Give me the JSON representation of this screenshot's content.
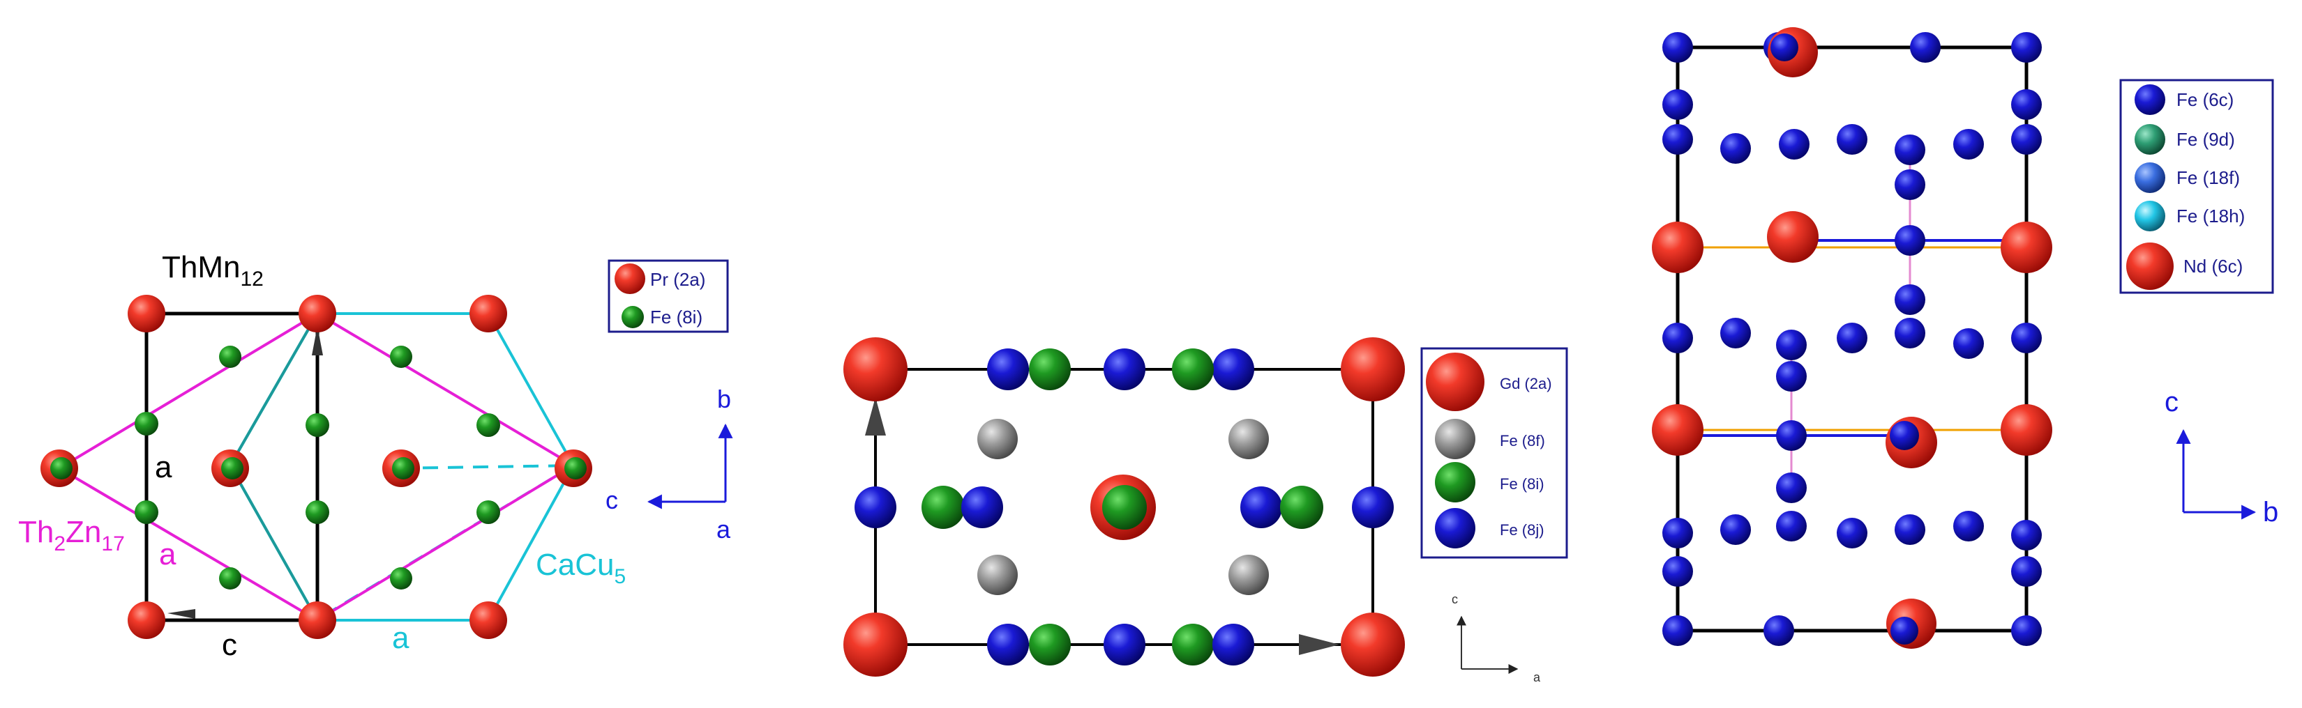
{
  "colors": {
    "pr_atom": "#e11a12",
    "nd_atom": "#e11a12",
    "gd_atom": "#e11a12",
    "fe_green": "#15841a",
    "fe_blue": "#1717c8",
    "fe_gray": "#8c8c8c",
    "fe_9d": "#2e9e74",
    "fe_18f": "#3a6ee0",
    "fe_18h": "#22c6e6",
    "magenta": "#e61fd6",
    "cyan": "#19c3d6",
    "axis_blue": "#1a1adb",
    "cell_black": "#000000",
    "teal_line": "#1b9a9a",
    "orange_line": "#f0a000",
    "pink_line": "#e48ad0",
    "legend_border": "#1c1c8c"
  },
  "panel1": {
    "title_main": "ThMn",
    "title_sub": "12",
    "label_a_black": "a",
    "label_c_black": "c",
    "label_a_magenta": "a",
    "label_a_cyan": "a",
    "th2zn17": {
      "p1": "Th",
      "s1": "2",
      "p2": "Zn",
      "s2": "17"
    },
    "cacu5": {
      "p1": "CaCu",
      "s1": "5"
    },
    "legend": [
      {
        "label": "Pr (2a)",
        "color_key": "pr_atom",
        "icon": "sphere-icon"
      },
      {
        "label": "Fe (8i)",
        "color_key": "fe_green",
        "icon": "sphere-icon"
      }
    ],
    "axes": {
      "b": "b",
      "c": "c",
      "a": "a"
    }
  },
  "panel2": {
    "legend": [
      {
        "label": "Gd (2a)",
        "color_key": "gd_atom",
        "icon": "sphere-icon"
      },
      {
        "label": "Fe (8f)",
        "color_key": "fe_gray",
        "icon": "sphere-icon"
      },
      {
        "label": "Fe (8i)",
        "color_key": "fe_green",
        "icon": "sphere-icon"
      },
      {
        "label": "Fe (8j)",
        "color_key": "fe_blue",
        "icon": "sphere-icon"
      }
    ],
    "axes": {
      "c": "c",
      "a": "a"
    }
  },
  "panel3": {
    "legend": [
      {
        "label": "Fe (6c)",
        "color_key": "fe_blue",
        "icon": "sphere-icon"
      },
      {
        "label": "Fe (9d)",
        "color_key": "fe_9d",
        "icon": "sphere-icon"
      },
      {
        "label": "Fe (18f)",
        "color_key": "fe_18f",
        "icon": "sphere-icon"
      },
      {
        "label": "Fe (18h)",
        "color_key": "fe_18h",
        "icon": "sphere-icon"
      },
      {
        "label": "Nd (6c)",
        "color_key": "nd_atom",
        "icon": "sphere-icon"
      }
    ],
    "axes": {
      "c": "c",
      "b": "b"
    }
  }
}
